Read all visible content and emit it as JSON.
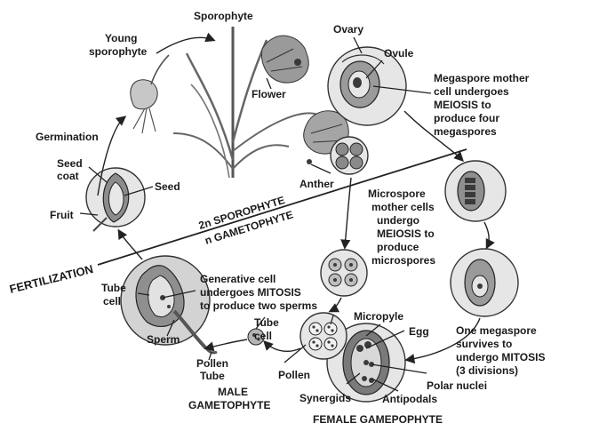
{
  "labels": {
    "sporophyte": "Sporophyte",
    "young_sporophyte_1": "Young",
    "young_sporophyte_2": "sporophyte",
    "germination": "Germination",
    "seed_coat_1": "Seed",
    "seed_coat_2": "coat",
    "seed": "Seed",
    "fruit": "Fruit",
    "flower": "Flower",
    "anther": "Anther",
    "ovary": "Ovary",
    "ovule": "Ovule",
    "megaspore_1": "Megaspore mother",
    "megaspore_2": "cell undergoes",
    "megaspore_3": "MEIOSIS to",
    "megaspore_4": "produce four",
    "megaspore_5": "megaspores",
    "sporophyte_band": "2n SPOROPHYTE",
    "gametophyte_band": "n GAMETOPHYTE",
    "fertilization": "FERTILIZATION",
    "microspore_1": "Microspore",
    "microspore_2": "mother cells",
    "microspore_3": "undergo",
    "microspore_4": "MEIOSIS to",
    "microspore_5": "produce",
    "microspore_6": "microspores",
    "tube_cell_1": "Tube",
    "tube_cell_2": "cell",
    "generative_1": "Generative cell",
    "generative_2": "undergoes MITOSIS",
    "generative_3": "to produce two sperms",
    "tube_cell_b1": "Tube",
    "tube_cell_b2": "cell",
    "sperm": "Sperm",
    "pollen_tube_1": "Pollen",
    "pollen_tube_2": "Tube",
    "pollen": "Pollen",
    "male_1": "MALE",
    "male_2": "GAMETOPHYTE",
    "micropyle": "Micropyle",
    "egg": "Egg",
    "synergids": "Synergids",
    "antipodals": "Antipodals",
    "polar_nuclei": "Polar nuclei",
    "one_mega_1": "One megaspore",
    "one_mega_2": "survives to",
    "one_mega_3": "undergo MITOSIS",
    "one_mega_4": "(3 divisions)",
    "female": "FEMALE GAMEPOPHYTE"
  }
}
